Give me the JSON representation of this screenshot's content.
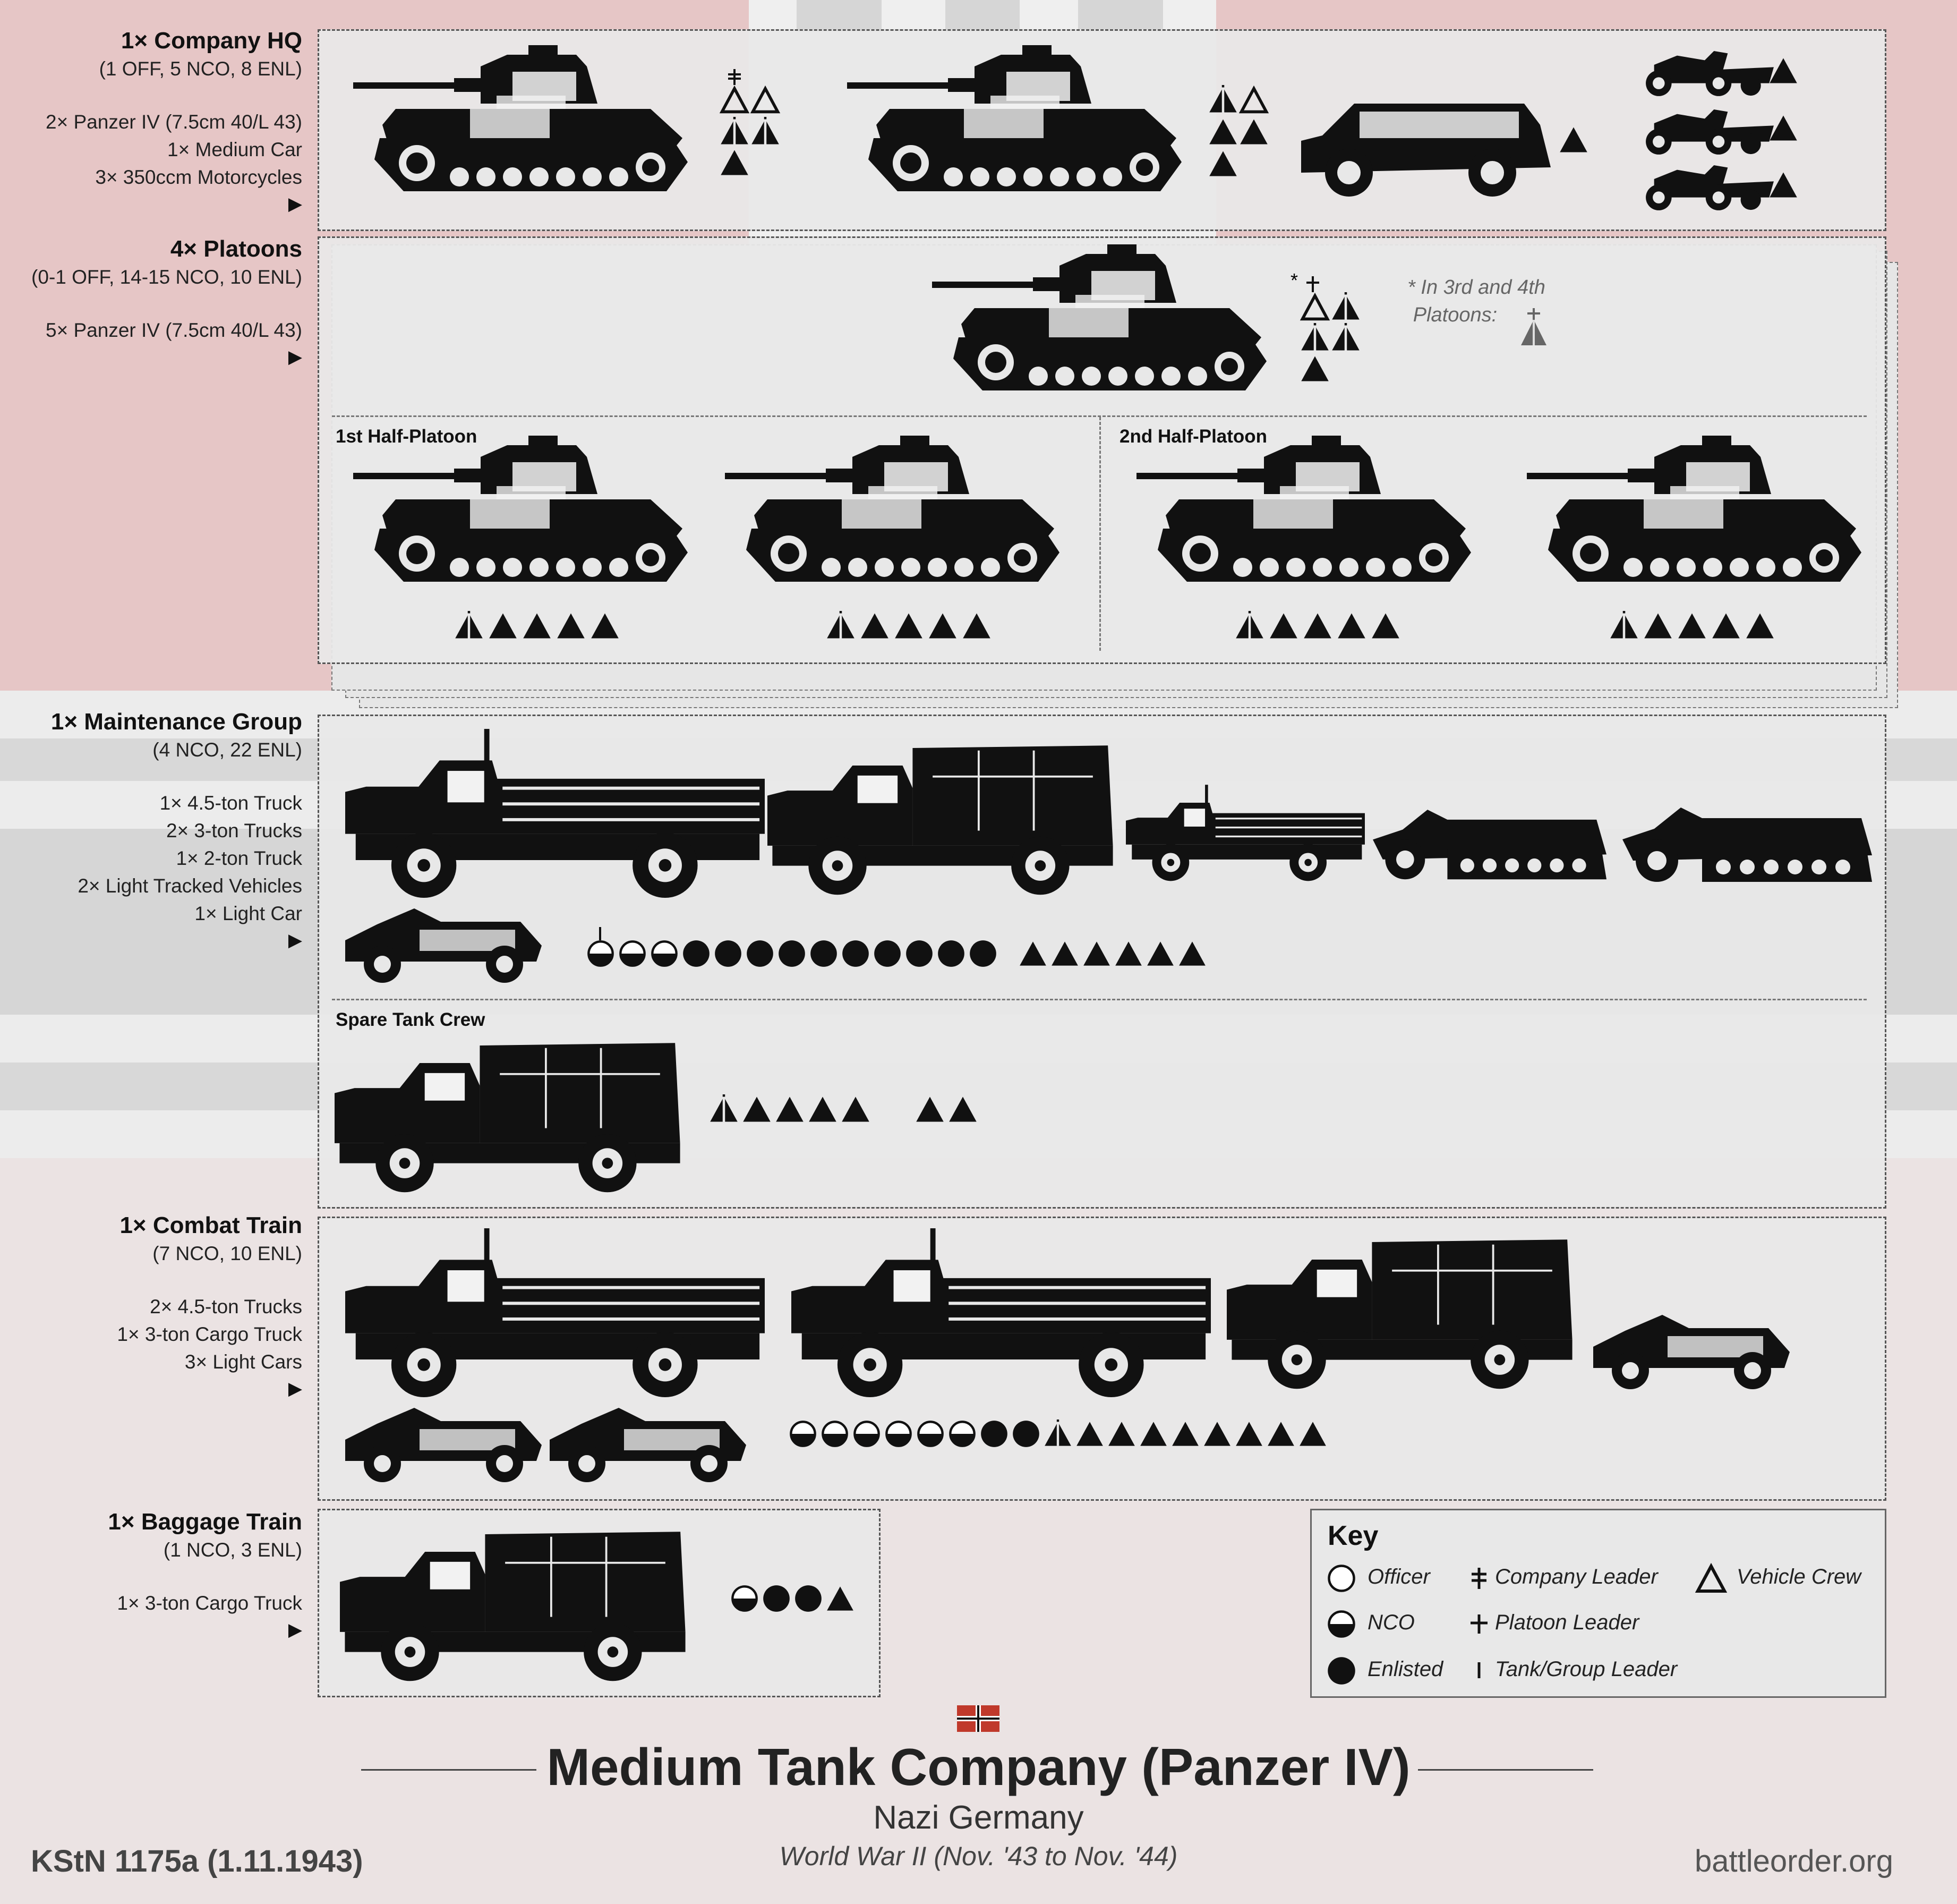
{
  "title": "Medium Tank Company (Panzer IV)",
  "country": "Nazi Germany",
  "period": "World War II (Nov. '43 to Nov. '44)",
  "designation": "KStN 1175a (1.11.1943)",
  "source": "battleorder.org",
  "colors": {
    "flag_red": "#e6c6c6",
    "box_bg": "#e8e8e8",
    "silhouette": "#111111",
    "note": "#666666"
  },
  "groups": {
    "hq": {
      "title": "1× Company HQ",
      "personnel": "(1 OFF, 5 NCO, 8 ENL)",
      "equipment": [
        "2× Panzer IV (7.5cm 40/L 43)",
        "1× Medium Car",
        "3× 350ccm Motorcycles"
      ]
    },
    "platoons": {
      "title": "4× Platoons",
      "personnel": "(0-1 OFF, 14-15 NCO, 10 ENL)",
      "equipment": [
        "5× Panzer IV (7.5cm 40/L 43)"
      ],
      "half1": "1st Half-Platoon",
      "half2": "2nd Half-Platoon",
      "note_star": "*",
      "note": "* In 3rd and 4th",
      "note2": "Platoons:"
    },
    "maintenance": {
      "title": "1× Maintenance Group",
      "personnel": "(4 NCO, 22 ENL)",
      "equipment": [
        "1× 4.5-ton Truck",
        "2× 3-ton Trucks",
        "1× 2-ton Truck",
        "2× Light Tracked Vehicles",
        "1× Light Car"
      ],
      "spare": "Spare Tank Crew"
    },
    "combat": {
      "title": "1× Combat Train",
      "personnel": "(7 NCO, 10 ENL)",
      "equipment": [
        "2× 4.5-ton Trucks",
        "1× 3-ton Cargo Truck",
        "3× Light Cars"
      ]
    },
    "baggage": {
      "title": "1× Baggage Train",
      "personnel": "(1 NCO, 3 ENL)",
      "equipment": [
        "1× 3-ton Cargo Truck"
      ]
    }
  },
  "arrow": "▶",
  "key": {
    "title": "Key",
    "officer": "Officer",
    "nco": "NCO",
    "enlisted": "Enlisted",
    "company_leader": "Company Leader",
    "platoon_leader": "Platoon Leader",
    "group_leader": "Tank/Group Leader",
    "vehicle_crew": "Vehicle Crew"
  }
}
